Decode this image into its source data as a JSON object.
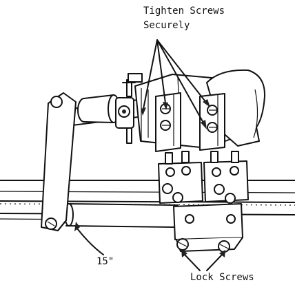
{
  "labels": {
    "tighten_line1": "Tighten Screws",
    "tighten_line2": "Securely",
    "rail_mark": "15\"",
    "lock_screws": "Lock Screws"
  }
}
